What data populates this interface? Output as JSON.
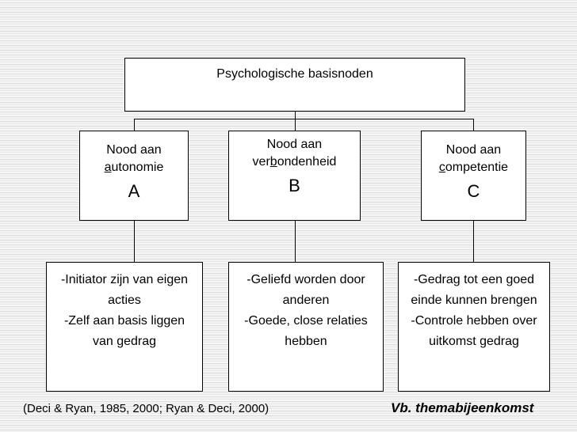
{
  "slide": {
    "top_box": {
      "title": "Psychologische basisnoden"
    },
    "needs": [
      {
        "id": "a",
        "line1": "Nood aan",
        "line2_pre": "",
        "line2_underline": "a",
        "line2_post": "utonomie",
        "letter": "A",
        "details": [
          "-Initiator zijn van eigen",
          "acties",
          "-Zelf aan basis liggen",
          "van gedrag"
        ]
      },
      {
        "id": "b",
        "line1": "Nood aan",
        "line2_pre": "ver",
        "line2_underline": "b",
        "line2_post": "ondenheid",
        "letter": "B",
        "details": [
          "-Geliefd worden door",
          "anderen",
          "-Goede, close relaties",
          "hebben"
        ]
      },
      {
        "id": "c",
        "line1": "Nood aan",
        "line2_pre": "",
        "line2_underline": "c",
        "line2_post": "ompetentie",
        "letter": "C",
        "details": [
          "-Gedrag tot een goed",
          "einde kunnen brengen",
          "-Controle hebben over",
          "uitkomst gedrag"
        ]
      }
    ],
    "footer": {
      "citation": "(Deci & Ryan, 1985, 2000; Ryan & Deci, 2000)",
      "label": "Vb. themabijeenkomst"
    }
  }
}
